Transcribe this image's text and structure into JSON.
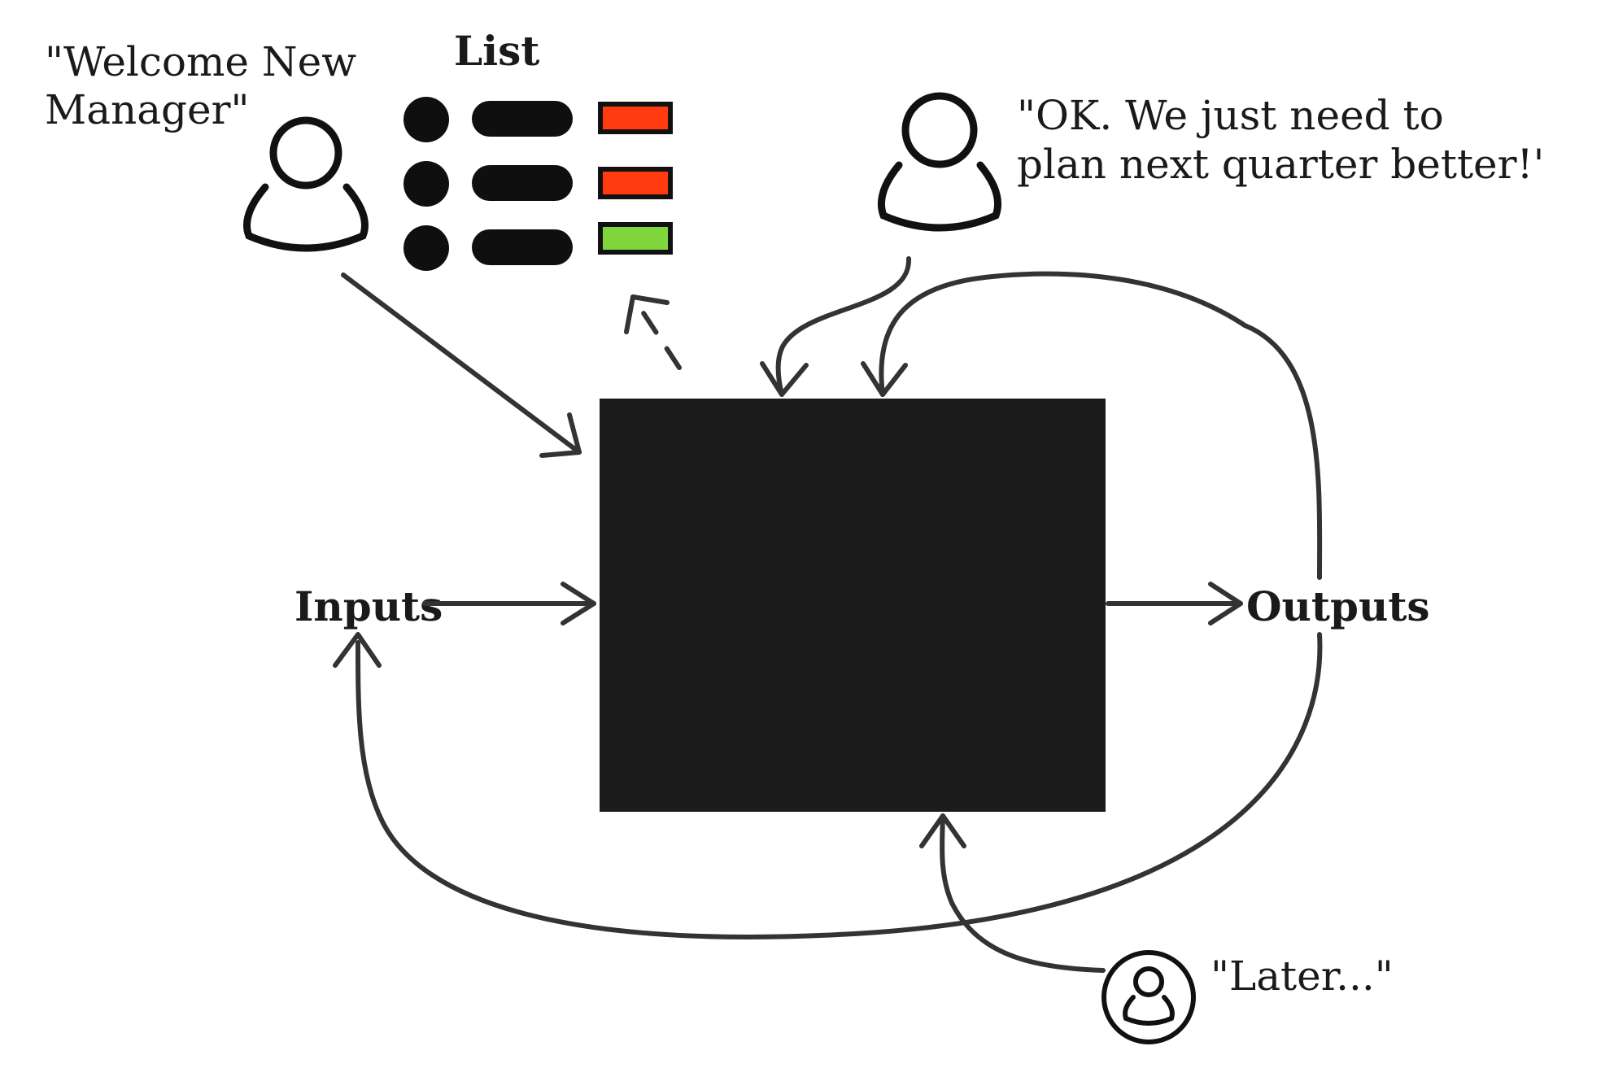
{
  "quotes": {
    "new_manager_line1": "\"Welcome New",
    "new_manager_line2": "Manager\"",
    "planner_line1": "\"OK. We just need to",
    "planner_line2": "plan next quarter better!'",
    "later": "\"Later...\""
  },
  "list": {
    "title": "List",
    "items": [
      {
        "status_color": "#ff3b0f"
      },
      {
        "status_color": "#ff3b0f"
      },
      {
        "status_color": "#7ed63a"
      }
    ]
  },
  "flow": {
    "inputs": "Inputs",
    "outputs": "Outputs"
  },
  "colors": {
    "ink": "#1a1a1a",
    "arrow": "#333333",
    "box": "#1c1c1c",
    "status_bad": "#ff3b0f",
    "status_good": "#7ed63a"
  },
  "icons": [
    "person-icon",
    "list-bullet-icon",
    "status-swatch-icon"
  ]
}
